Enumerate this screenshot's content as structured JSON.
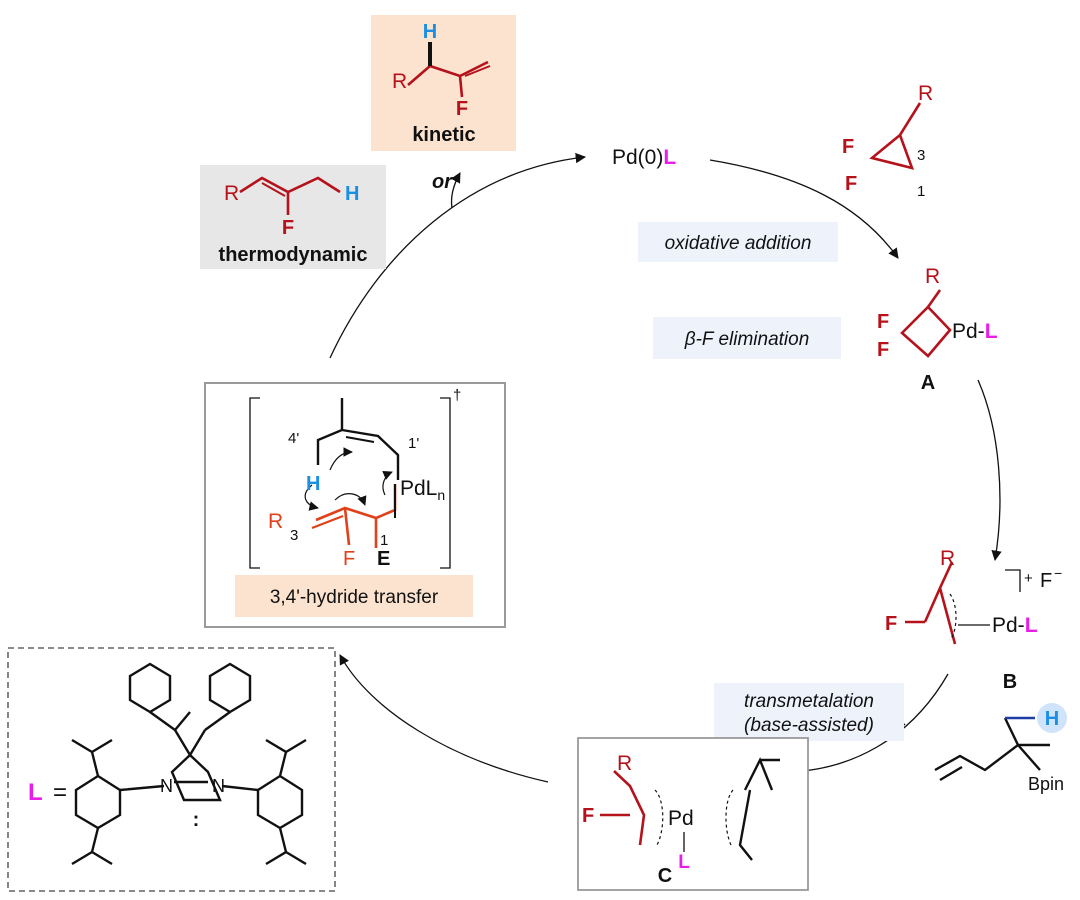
{
  "colors": {
    "red": "#b5121b",
    "magenta": "#e81ee8",
    "blue": "#1a8fe3",
    "orange": "#e0401a",
    "peach": "#fbe3d0",
    "gray_box": "#e7e7e7",
    "step_bg": "#eef3fb",
    "black": "#111111"
  },
  "catalyst": {
    "prefix": "Pd(0)",
    "ligand": "L"
  },
  "substrate": {
    "f1": "F",
    "f2": "F",
    "r": "R",
    "c3": "3",
    "c1": "1"
  },
  "steps": {
    "oxidative_addition": "oxidative addition",
    "beta_f_elimination_greek": "β",
    "beta_f_elimination_rest": "-F elimination",
    "transmetalation_line1": "transmetalation",
    "transmetalation_line2": "(base-assisted)",
    "hydride_transfer": "3,4'-hydride transfer"
  },
  "intermediate_a": {
    "label": "A",
    "r": "R",
    "f1": "F",
    "f2": "F",
    "pd": "Pd-",
    "l": "L"
  },
  "intermediate_b": {
    "label": "B",
    "r": "R",
    "f": "F",
    "pd": "Pd-",
    "l": "L",
    "charge": "+",
    "counterion": "F",
    "counter_charge": "−"
  },
  "intermediate_c": {
    "label": "C",
    "r": "R",
    "f": "F",
    "pd": "Pd",
    "l": "L"
  },
  "ts_e": {
    "label": "E",
    "dagger": "†",
    "n4": "4'",
    "n1p": "1'",
    "n3": "3",
    "n1": "1",
    "h": "H",
    "r": "R",
    "f": "F",
    "pd": "PdL",
    "sub_n": "n"
  },
  "reagent": {
    "bpin": "Bpin",
    "h": "H"
  },
  "products": {
    "kinetic_label": "kinetic",
    "thermodynamic_label": "thermodynamic",
    "or": "or",
    "r": "R",
    "f": "F",
    "h": "H"
  },
  "ligand_box": {
    "l": "L",
    "eq": "=",
    "n_left": "N",
    "n_right": "N",
    "carbene": ":"
  }
}
